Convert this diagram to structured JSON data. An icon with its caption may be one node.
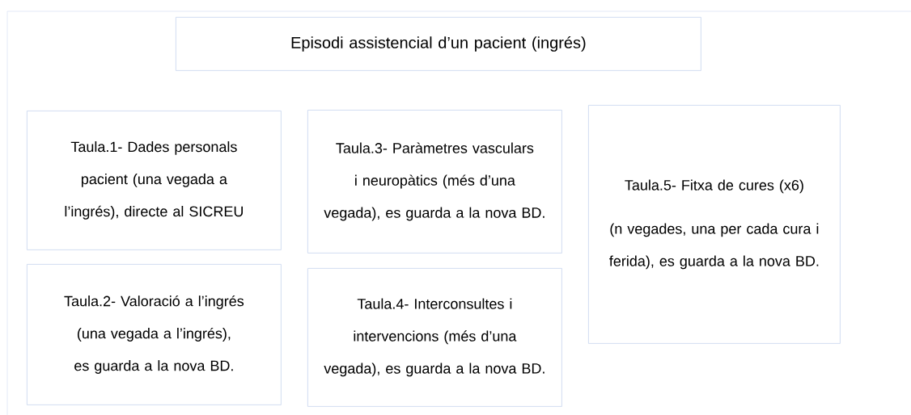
{
  "diagram": {
    "nodes": [
      {
        "text": [
          "Episodi assistencial d’un pacient (ingrés)"
        ]
      },
      {
        "text": [
          "Taula.1- Dades personals pacient (una vegada a l’ingrés), directe al SICREU"
        ]
      },
      {
        "text": [
          "Taula.3- Paràmetres vasculars i neuropàtics (més d’una vegada), es guarda a la nova BD."
        ]
      },
      {
        "text": [
          "Taula.5- Fitxa de cures (x6)",
          "(n vegades, una per cada cura i ferida), es guarda a la nova BD."
        ]
      },
      {
        "text": [
          "Taula.2- Valoració a l’ingrés (una vegada a l’ingrés), es guarda a la nova BD."
        ]
      },
      {
        "text": [
          "Taula.4- Interconsultes i intervencions (més d’una vegada), es guarda a la nova BD."
        ]
      }
    ]
  }
}
